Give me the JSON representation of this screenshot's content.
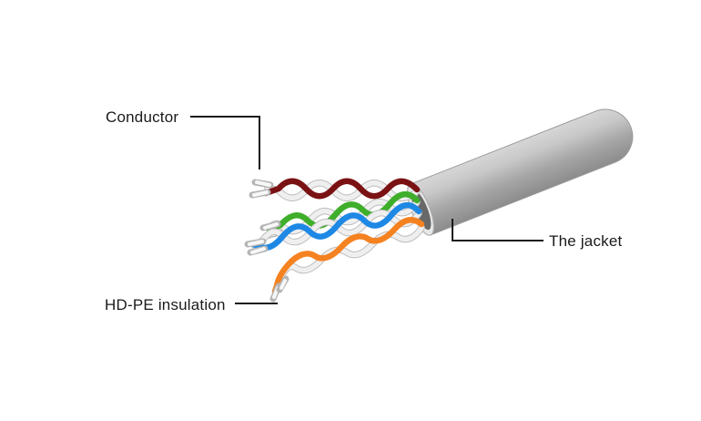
{
  "diagram": {
    "type": "utp-cable-anatomy",
    "labels": {
      "conductor": "Conductor",
      "hd_pe_insulation": "HD-PE insulation",
      "the_jacket": "The jacket"
    },
    "colors": {
      "background": "#ffffff",
      "jacket_light": "#d2d2d2",
      "jacket_mid": "#b4b4b4",
      "jacket_dark": "#8e8e8e",
      "cut_face_ring": "#e8e8e8",
      "cut_face_core": "#686868",
      "wire_maroon": "#7a1214",
      "wire_green": "#3fae2a",
      "wire_blue": "#1e88e5",
      "wire_orange": "#f58220",
      "wire_white": "#efefef",
      "wire_white_edge": "#bdbdbd",
      "leader_line": "#1a1a1a",
      "label_text": "#1a1a1a"
    }
  }
}
